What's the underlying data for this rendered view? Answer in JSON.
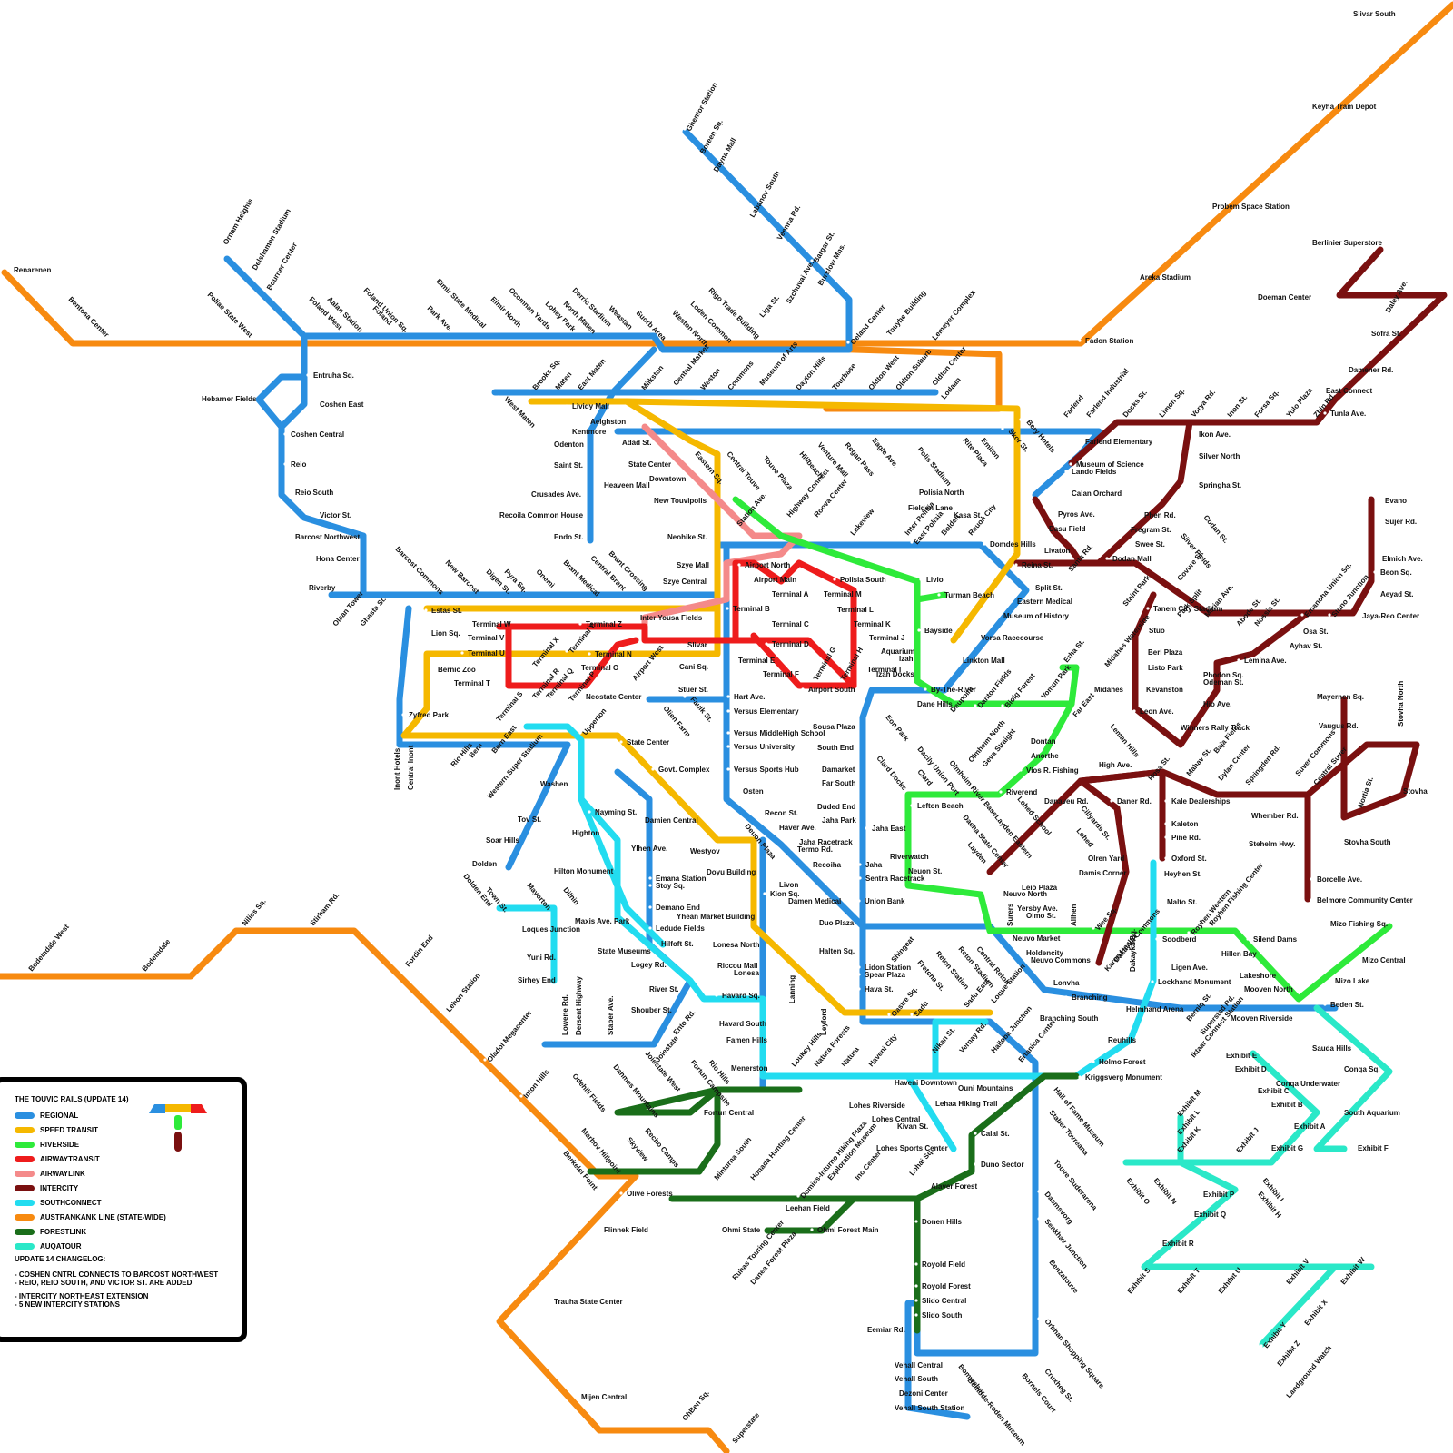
{
  "map": {
    "title": "THE TOUVIC RAILS (UPDATE 14)",
    "lines": [
      {
        "name": "REGIONAL",
        "color": "#2a8fe0"
      },
      {
        "name": "SPEED TRANSIT",
        "color": "#f5b800"
      },
      {
        "name": "RIVERSIDE",
        "color": "#2eea3a"
      },
      {
        "name": "AIRWAYTRANSIT",
        "color": "#ee1c1c"
      },
      {
        "name": "AIRWAYLINK",
        "color": "#f48a8a"
      },
      {
        "name": "INTERCITY",
        "color": "#7a1010"
      },
      {
        "name": "SOUTHCONNECT",
        "color": "#22dcf0"
      },
      {
        "name": "AUSTRANKANK LINE (STATE-WIDE)",
        "color": "#f78a10"
      },
      {
        "name": "FORESTLINK",
        "color": "#1a6e1a"
      },
      {
        "name": "AUQATOUR",
        "color": "#2ae8c8"
      }
    ],
    "changelog_title": "UPDATE 14 CHANGELOG:",
    "changelog": [
      "- COSHEN CNTRL CONNECTS TO BARCOST NORTHWEST",
      "- REIO, REIO SOUTH, AND VICTOR ST. ARE ADDED",
      "- INTERCITY NORTHEAST EXTENSION",
      "- 5 NEW INTERCITY STATIONS"
    ],
    "stations": {
      "s1": "Slivar South",
      "s2": "Keyha Tram Depot",
      "s3": "Probem Space Station",
      "s4": "Areka Stadium",
      "s5": "Fadon Station",
      "s6": "Renarenen",
      "s7": "Bentosa Center",
      "s8": "Poliae State West",
      "s9": "Ornam Heights",
      "s10": "Delshamen Stadium",
      "s11": "Bourner Center",
      "s12": "Foland West",
      "s13": "Aalan Station",
      "s14": "Foland Union Sq.",
      "s15": "Foland",
      "s16": "Park Ave.",
      "s17": "Eimir State Medical",
      "s18": "Eimir North",
      "s19": "Ocomnan Yards",
      "s20": "Lohey Park",
      "s21": "North Maten",
      "s22": "Derric Stadium",
      "s23": "Weastan",
      "s24": "Suorb Area",
      "s25": "Weston North",
      "s26": "Loden Common",
      "s27": "Rigo Trade Building",
      "s28": "Liga St.",
      "s29": "Szchuvai Ave.",
      "s30": "Burslow Mns.",
      "s31": "Oeland Center",
      "s32": "Touyhe Building",
      "s33": "Lemeyer Complex",
      "s34": "Ghentor Station",
      "s35": "Boreen Sq.",
      "s36": "Dayna Mall",
      "s37": "Labanov South",
      "s38": "Veenna Rd.",
      "s39": "Bargar St.",
      "s40": "Entruha Sq.",
      "s41": "Hebarner Fields",
      "s42": "Coshen East",
      "s43": "Coshen Central",
      "s44": "Reio",
      "s45": "Reio South",
      "s46": "Victor St.",
      "s47": "Barcost Northwest",
      "s48": "Hona Center",
      "s49": "Riverby",
      "s50": "Olaan Tower",
      "s51": "Ghasta St.",
      "s52": "Barcost Commons",
      "s53": "New Barcost",
      "s54": "Digen St.",
      "s55": "Pyra Sq.",
      "s56": "Onemi",
      "s57": "Brant Medical",
      "s58": "Central Brant",
      "s59": "Brant Crossing",
      "s60": "Estas St.",
      "s61": "Lion Sq.",
      "s62": "Bernic Zoo",
      "s63": "Zyfred Park",
      "s64": "Inont Hotels",
      "s65": "Central Inont",
      "s66": "Rio Hills",
      "s67": "Bern",
      "s68": "Bern East",
      "s69": "Western Super Stadium",
      "s70": "Brooks Sq.",
      "s71": "Maten",
      "s72": "East Maten",
      "s73": "West Maten",
      "s74": "Lividy Mall",
      "s75": "Milkston",
      "s76": "Central Market",
      "s77": "Weston",
      "s78": "Commons",
      "s79": "Museum of Arts",
      "s80": "Dayton Hills",
      "s81": "Tourbase",
      "s82": "Oldton West",
      "s83": "Oldton Suburb",
      "s84": "Oldton Center",
      "s85": "Lodaan",
      "s86": "Aeighston",
      "s87": "Kentmore",
      "s88": "Odenton",
      "s89": "Saint St.",
      "s90": "Crusades Ave.",
      "s91": "Recoila Common House",
      "s92": "Endo St.",
      "s93": "Heaveen Mall",
      "s94": "Adad St.",
      "s95": "State Center",
      "s96": "Downtown",
      "s97": "New Touvipolis",
      "s98": "Neohike St.",
      "s99": "Szye Mall",
      "s100": "Szye Central",
      "s101": "Inter Yousa Fields",
      "s102": "Slivar",
      "s103": "Cani Sq.",
      "s104": "Stuer St.",
      "s105": "Neostate Center",
      "s106": "Olien Farm",
      "s107": "Faulk St.",
      "s108": "Hart Ave.",
      "s109": "Versus Elementary",
      "s110": "Versus MiddleHigh School",
      "s111": "Versus University",
      "s112": "Versus Sports Hub",
      "s113": "Osten",
      "s114": "Recon St.",
      "s115": "Haver Ave.",
      "s116": "Jaha Racetrack",
      "s117": "Termo Rd.",
      "s118": "Recoiha",
      "s119": "Livon",
      "s120": "Kion Sq.",
      "s121": "Damen Medical",
      "s122": "Union Bank",
      "s123": "Duo Plaza",
      "s124": "Halten Sq.",
      "s125": "Lidon Station",
      "s126": "Spear Plaza",
      "s127": "Hava St.",
      "s128": "Eastern Sq.",
      "s129": "Central Touve",
      "s130": "Touve Plaza",
      "s131": "Hillbeach",
      "s132": "Venture Mall",
      "s133": "Regan Pass",
      "s134": "Eagle Ave.",
      "s135": "Polis Stadium",
      "s136": "Rite Plaza",
      "s137": "Emiton",
      "s138": "Skor St.",
      "s139": "Bery Hotels",
      "s140": "Farlend",
      "s141": "Farlend Industrial",
      "s142": "Farlend Elementary",
      "s143": "Museum of Science",
      "s144": "Lando Fields",
      "s145": "Calan Orchard",
      "s146": "Station Ave.",
      "s147": "Highway Connect",
      "s148": "Roova Center",
      "s149": "Lakeview",
      "s150": "Inter Polisia",
      "s151": "East Polisia",
      "s152": "Fielden Lane",
      "s153": "Polisia North",
      "s154": "Kasa St.",
      "s155": "Bolden",
      "s156": "Reuon City",
      "s157": "Domdes Hills",
      "s158": "Airport North",
      "s159": "Airport Main",
      "s160": "Polisia South",
      "s161": "Livio",
      "s162": "Turman Beach",
      "s163": "Bayside",
      "s164": "Aquarium",
      "s165": "Izah",
      "s166": "Izah Docks",
      "s167": "By-The-River",
      "s168": "Dane Hills",
      "s169": "Deupoint",
      "s170": "Danton Fields",
      "s171": "Biolg Forest",
      "s172": "Vomun Park",
      "s173": "Far East",
      "s174": "Erha St.",
      "s175": "Midahes Waterside",
      "s176": "Midahes",
      "s177": "Linkton Mall",
      "s178": "Vorsa Racecourse",
      "s179": "Museum of History",
      "s180": "Eastern Medical",
      "s181": "Split St.",
      "s182": "Reina St.",
      "s183": "Terminal A",
      "s184": "Terminal B",
      "s185": "Terminal C",
      "s186": "Terminal D",
      "s187": "Terminal E",
      "s188": "Terminal F",
      "s189": "Terminal G",
      "s190": "Terminal H",
      "s191": "Terminal I",
      "s192": "Terminal J",
      "s193": "Terminal K",
      "s194": "Terminal L",
      "s195": "Terminal M",
      "s196": "Airport South",
      "s197": "Airport West",
      "s198": "Terminal N",
      "s199": "Terminal O",
      "s200": "Terminal P",
      "s201": "Terminal Q",
      "s202": "Terminal R",
      "s203": "Terminal S",
      "s204": "Terminal T",
      "s205": "Terminal U",
      "s206": "Terminal V",
      "s207": "Terminal W",
      "s208": "Terminal X",
      "s209": "Terminal Y",
      "s210": "Terminal Z",
      "s211": "Sousa Plaza",
      "s212": "South End",
      "s213": "Damarket",
      "s214": "Far South",
      "s215": "Duded End",
      "s216": "Jaha Park",
      "s217": "Jaha East",
      "s218": "Jaha",
      "s219": "Sentra Racetrack",
      "s220": "Eon Park",
      "s221": "Clard Docks",
      "s222": "Dacily Union Port",
      "s223": "Clard",
      "s224": "Lefton Beach",
      "s225": "Riverwatch",
      "s226": "Neuon St.",
      "s227": "Olmheim River Base",
      "s228": "Olmheim North",
      "s229": "Geva Straight",
      "s230": "Dontan",
      "s231": "Anorthe",
      "s232": "Vios R. Fishing",
      "s233": "Riverend",
      "s234": "Lohed School",
      "s235": "Daeha State Center",
      "s236": "Layden Eastern",
      "s237": "Layden",
      "s238": "Leio Plaza",
      "s239": "Neuvo North",
      "s240": "Yersby Ave.",
      "s241": "Olmo St.",
      "s242": "Allhen",
      "s243": "Surers",
      "s244": "Neuvo Market",
      "s245": "Holdencity",
      "s246": "Neuvo Commons",
      "s247": "Lonvha",
      "s248": "Branching",
      "s249": "Branching South",
      "s250": "Helmhand Arena",
      "s251": "Beden St.",
      "s252": "Mooven Riverside",
      "s253": "Mooven North",
      "s254": "Lakeshore",
      "s255": "Mizo Lake",
      "s256": "Mizo Central",
      "s257": "Mizo Fishing Sq.",
      "s258": "Hillen Bay",
      "s259": "Silend Dams",
      "s260": "Soodberd",
      "s261": "Royhen Western",
      "s262": "Royhen Fishing Center",
      "s263": "Ligen Ave.",
      "s264": "Lockhand Monument",
      "s265": "Reuhills",
      "s266": "Holmo Forest",
      "s267": "Kriggsverg Monument",
      "s268": "Heyhen St.",
      "s269": "Malto St.",
      "s270": "Dakayka Sq.",
      "s271": "Dakayka Commons",
      "s272": "Karon Health",
      "s273": "Wee Sq.",
      "s274": "Olren Yard",
      "s275": "Damis Corner",
      "s276": "Cillyards St.",
      "s277": "Lohed",
      "s278": "Oxford St.",
      "s279": "Pine Rd.",
      "s280": "Kaleton",
      "s281": "Kale Dealerships",
      "s282": "Daner Rd.",
      "s283": "Danaveu Rd.",
      "s284": "High Ave.",
      "s285": "Hosa St.",
      "s286": "Mahav St.",
      "s287": "Dylan Center",
      "s288": "Springden Rd.",
      "s289": "Suver Commons",
      "s290": "Central Suver",
      "s291": "Whember Rd.",
      "s292": "Stehelm Hwy.",
      "s293": "Borcelle Ave.",
      "s294": "Belmore Community Center",
      "s295": "Stovha South",
      "s296": "Nortia St.",
      "s297": "Stovha",
      "s298": "Stovha North",
      "s299": "Mayernen Sq.",
      "s300": "Vaugus Rd.",
      "s301": "Baja Fields",
      "s302": "Winners Rally Track",
      "s303": "Leman Hills",
      "s304": "Leon Ave.",
      "s305": "Kevanston",
      "s306": "Listo Park",
      "s307": "Beri Plaza",
      "s308": "Stuo",
      "s309": "Hio Ave.",
      "s310": "Odeman St.",
      "s311": "Phodon Sq.",
      "s312": "Lemina Ave.",
      "s313": "Ayhav St.",
      "s314": "Osa St.",
      "s315": "Stuno Junction",
      "s316": "Jaya-Reo Center",
      "s317": "Aeyad St.",
      "s318": "Emanoha Union Sq.",
      "s319": "Beon Sq.",
      "s320": "Elmich Ave.",
      "s321": "Sujer Rd.",
      "s322": "Evano",
      "s323": "Nossia St.",
      "s324": "Abode St.",
      "s325": "Merian Ave.",
      "s326": "Park Split",
      "s327": "Tanem City Stadium",
      "s328": "Staint Park",
      "s329": "Covure St.",
      "s330": "Dodan Mall",
      "s331": "Swee St.",
      "s332": "Fregram St.",
      "s333": "Phen Rd.",
      "s334": "Silver Fields",
      "s335": "Codan St.",
      "s336": "Springha St.",
      "s337": "Silver North",
      "s338": "Ikon Ave.",
      "s339": "Tunla Ave.",
      "s340": "East Connect",
      "s341": "Damener Rd.",
      "s342": "Sofra St.",
      "s343": "Daley Ave.",
      "s344": "Doeman Center",
      "s345": "Berlinier Superstore",
      "s346": "Zhin Rd.",
      "s347": "Yulo Plaza",
      "s348": "Forsa Sq.",
      "s349": "Inon St.",
      "s350": "Vorya Rd.",
      "s351": "Limon Sq.",
      "s352": "Docks St.",
      "s353": "Pyros Ave.",
      "s354": "Dasu Field",
      "s355": "Livaton",
      "s356": "Santa Rd.",
      "s357": "State Center",
      "s358": "Govt. Complex",
      "s359": "Damien Central",
      "s360": "Westyov",
      "s361": "Doyu Building",
      "s362": "Deuon Plaza",
      "s363": "Yhean Market Building",
      "s364": "Lonesa North",
      "s365": "Riccou Mall",
      "s366": "Lonesa",
      "s367": "Havard Sq.",
      "s368": "Havard South",
      "s369": "Famen Hills",
      "s370": "Menerston",
      "s371": "Lanning",
      "s372": "Leyford",
      "s373": "Upperton",
      "s374": "Washen",
      "s375": "Tov St.",
      "s376": "Soar Hills",
      "s377": "Dolden",
      "s378": "Dolden End",
      "s379": "Nayming St.",
      "s380": "Highton",
      "s381": "Ylhen Ave.",
      "s382": "Hilton Monument",
      "s383": "Emana Station",
      "s384": "Stoy Sq.",
      "s385": "Demano End",
      "s386": "Ledude Fields",
      "s387": "Hilfoft St.",
      "s388": "State Museums",
      "s389": "Logey Rd.",
      "s390": "River St.",
      "s391": "Shouber St.",
      "s392": "Ento Rd.",
      "s393": "Town St.",
      "s394": "Mayorton",
      "s395": "Dilhin",
      "s396": "Loques Junction",
      "s397": "Maxis Ave. Park",
      "s398": "Yuni Rd.",
      "s399": "Sirhey End",
      "s400": "Lowene Rd.",
      "s401": "Dersent Highway",
      "s402": "Staber Ave.",
      "s403": "Joiestate",
      "s404": "Joiestate West",
      "s405": "Fortun Campsite",
      "s406": "Rio Hills",
      "s407": "Loukey Hills",
      "s408": "Natura Forests",
      "s409": "Natura",
      "s410": "Haveni City",
      "s411": "Haveni Downtown",
      "s412": "Nikan St.",
      "s413": "Vernay Rd.",
      "s414": "Halloba Junction",
      "s415": "Ertanica Center",
      "s416": "Oastre Sq.",
      "s417": "Sadu",
      "s418": "Sadu East",
      "s419": "Loque Station",
      "s420": "Shingeat",
      "s421": "Fretcha St.",
      "s422": "Reton Station",
      "s423": "Reton Stadium",
      "s424": "Central Reton",
      "s425": "Ouni Mountains",
      "s426": "Lehaa Hiking Trail",
      "s427": "Lohes Riverside",
      "s428": "Lohes Central",
      "s429": "Kivan St.",
      "s430": "Lohes Sports Center",
      "s431": "Hall of Fame Museum",
      "s432": "Staber Tovreana",
      "s433": "Touve Suderarena",
      "s434": "Dasmsvorg",
      "s435": "Senkhav Junction",
      "s436": "Benzatouve",
      "s437": "Orbhan Shopping Square",
      "s438": "Cruxheg St.",
      "s439": "Bornels Court",
      "s440": "Bentode-Roden Museum",
      "s441": "Bomweber",
      "s442": "Vehall Central",
      "s443": "Vehall South",
      "s444": "Dezoni Center",
      "s445": "Vehall South Station",
      "s446": "Eemiar Rd.",
      "s447": "Slido South",
      "s448": "Slido Central",
      "s449": "Royold Forest",
      "s450": "Royold Field",
      "s451": "Donen Hills",
      "s452": "Alaver Forest",
      "s453": "Duno Sector",
      "s454": "Calai St.",
      "s455": "Lohai Sq.",
      "s456": "Ino Center",
      "s457": "Exploration Museum",
      "s458": "Domies-Inturno Hiking Plaza",
      "s459": "Honada Hunting Center",
      "s460": "Minturna South",
      "s461": "Fortun Central",
      "s462": "Dahmes Mountains",
      "s463": "Odehill Fields",
      "s464": "Recho Camps",
      "s465": "Marhov Hillpoint",
      "s466": "Skyview",
      "s467": "Berkelei Point",
      "s468": "Olive Forests",
      "s469": "Leehan Field",
      "s470": "Ohmi State",
      "s471": "Ohmi Forest Main",
      "s472": "Ruhas Touring Center",
      "s473": "Danea Forest Plaza",
      "s474": "Flinnek Field",
      "s475": "Trauha State Center",
      "s476": "Mijen Central",
      "s477": "OhBen Sq.",
      "s478": "Superstate",
      "s479": "Bodeindale West",
      "s480": "Bodeindale",
      "s481": "Nilies Sq.",
      "s482": "Stirham Rd.",
      "s483": "Fordin End",
      "s484": "Lehon Station",
      "s485": "Oladol Megacenter",
      "s486": "Inton Hills",
      "s487": "Berniq St.",
      "s488": "Superstad Rd.",
      "s489": "Iktaar Connect Station",
      "s490": "Sauda Hills",
      "s491": "Conqa Underwater",
      "s492": "Conqa Sq.",
      "s493": "South Aquarium",
      "s494": "Exhibit A",
      "s495": "Exhibit B",
      "s496": "Exhibit C",
      "s497": "Exhibit D",
      "s498": "Exhibit E",
      "s499": "Exhibit F",
      "s500": "Exhibit G",
      "s501": "Exhibit H",
      "s502": "Exhibit I",
      "s503": "Exhibit J",
      "s504": "Exhibit K",
      "s505": "Exhibit L",
      "s506": "Exhibit M",
      "s507": "Exhibit N",
      "s508": "Exhibit O",
      "s509": "Exhibit P",
      "s510": "Exhibit Q",
      "s511": "Exhibit R",
      "s512": "Exhibit S",
      "s513": "Exhibit T",
      "s514": "Exhibit U",
      "s515": "Exhibit V",
      "s516": "Exhibit W",
      "s517": "Exhibit X",
      "s518": "Exhibit Y",
      "s519": "Exhibit Z",
      "s520": "Landground Watch"
    }
  }
}
